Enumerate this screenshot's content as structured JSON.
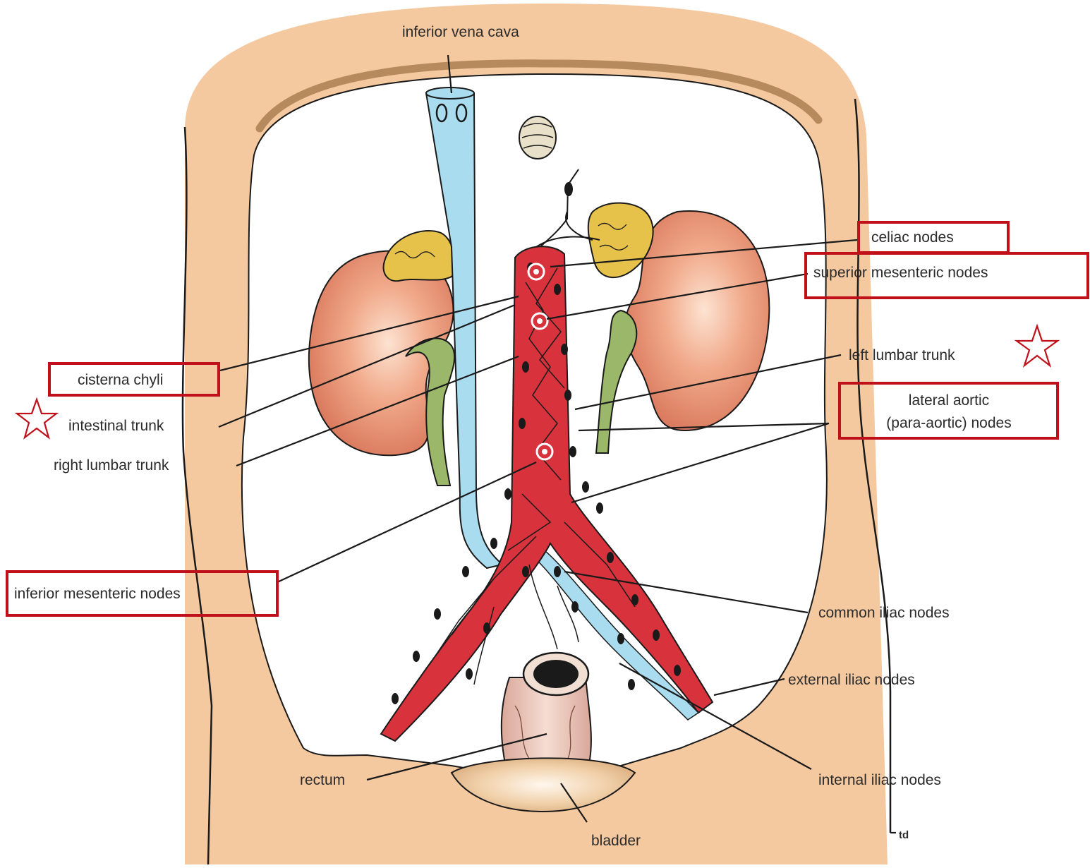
{
  "diagram": {
    "labels": {
      "ivc": "inferior vena cava",
      "celiac": "celiac nodes",
      "sup_mes": "superior mesenteric nodes",
      "left_lumbar": "left lumbar trunk",
      "lat_aortic_1": "lateral aortic",
      "lat_aortic_2": "(para-aortic) nodes",
      "cisterna": "cisterna chyli",
      "intestinal": "intestinal trunk",
      "right_lumbar": "right lumbar trunk",
      "inf_mes": "inferior mesenteric nodes",
      "common_iliac": "common iliac nodes",
      "external_iliac": "external iliac nodes",
      "internal_iliac": "internal iliac nodes",
      "rectum": "rectum",
      "bladder": "bladder",
      "signature": "td"
    },
    "colors": {
      "body": "#f5c9a0",
      "vena_cava": "#a9dcee",
      "aorta": "#d8323c",
      "kidney": "#e9957a",
      "adrenal": "#e6c24a",
      "ureter": "#9bb86a",
      "highlight": "#c0101a"
    }
  }
}
